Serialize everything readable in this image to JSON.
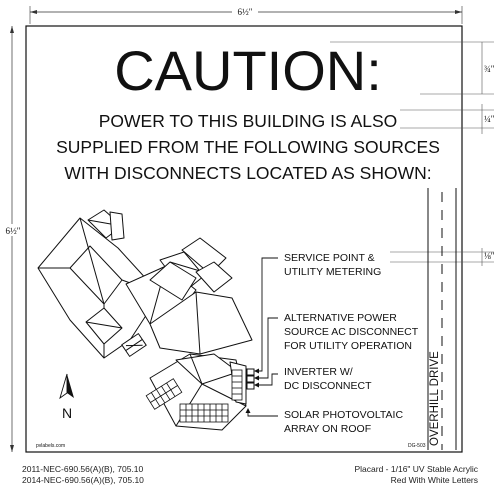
{
  "dimensions": {
    "width": "6½\"",
    "height": "6½\"",
    "title_height": "¾\"",
    "subtitle_height": "¼\"",
    "label_height": "⅛\""
  },
  "placard": {
    "title": "CAUTION:",
    "subtitle_lines": [
      "POWER TO THIS BUILDING IS ALSO",
      "SUPPLIED FROM THE FOLLOWING SOURCES",
      "WITH DISCONNECTS LOCATED AS SHOWN:"
    ],
    "labels": [
      {
        "lines": [
          "SERVICE POINT &",
          "UTILITY METERING"
        ]
      },
      {
        "lines": [
          "ALTERNATIVE POWER",
          "SOURCE AC DISCONNECT",
          "FOR UTILITY OPERATION"
        ]
      },
      {
        "lines": [
          "INVERTER W/",
          "DC DISCONNECT"
        ]
      },
      {
        "lines": [
          "SOLAR PHOTOVOLTAIC",
          "ARRAY ON ROOF"
        ]
      }
    ],
    "road_label": "OVERHILL DRIVE",
    "north_label": "N",
    "website": "pvlabels.com",
    "part_number": "DG-503"
  },
  "footer": {
    "left_lines": [
      "2011-NEC-690.56(A)(B), 705.10",
      "2014-NEC-690.56(A)(B), 705.10"
    ],
    "right_lines": [
      "Placard - 1/16\" UV Stable Acrylic",
      "Red With White Letters"
    ]
  }
}
